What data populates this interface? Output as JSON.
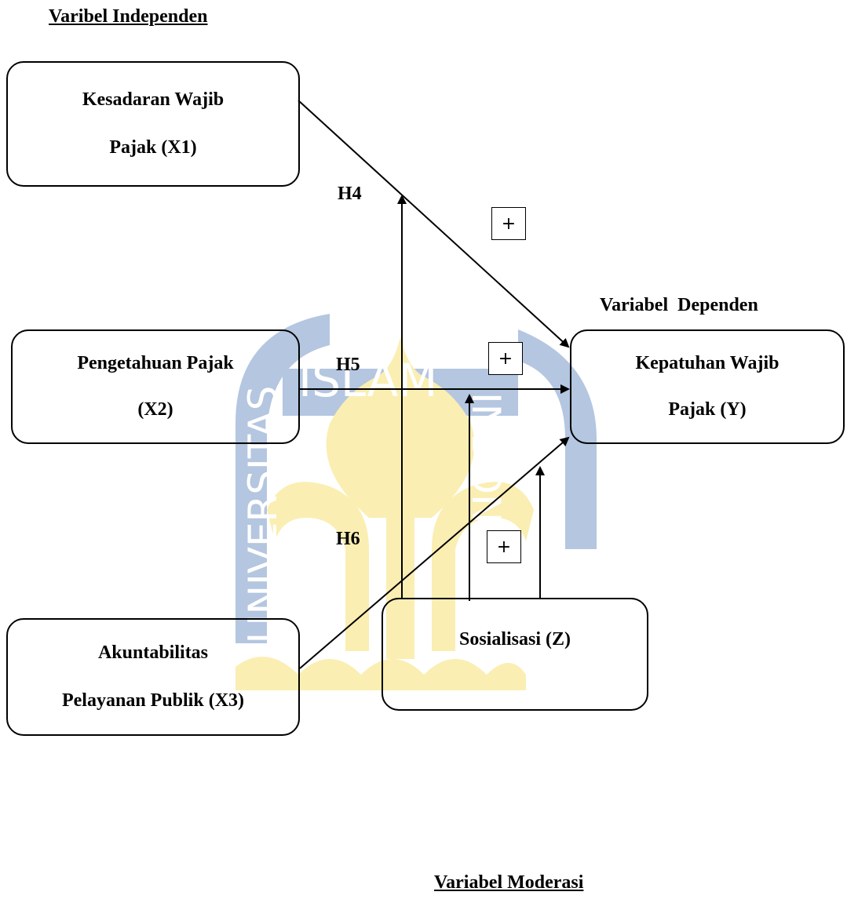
{
  "headings": {
    "independent": "Varibel Independen",
    "dependent": "Variabel  Dependen",
    "moderation": "Variabel Moderasi"
  },
  "boxes": {
    "x1": {
      "line1": "Kesadaran Wajib",
      "line2": "Pajak (X1)"
    },
    "x2": {
      "line1": "Pengetahuan Pajak",
      "line2": "(X2)"
    },
    "x3": {
      "line1": "Akuntabilitas",
      "line2": "Pelayanan Publik (X3)"
    },
    "y": {
      "line1": "Kepatuhan Wajib",
      "line2": "Pajak (Y)"
    },
    "z": {
      "line1": "Sosialisasi (Z)"
    }
  },
  "hypotheses": {
    "h4": "H4",
    "h5": "H5",
    "h6": "H6"
  },
  "signs": {
    "s1": "+",
    "s2": "+",
    "s3": "+"
  },
  "watermark": {
    "arc_left": "UNIVERSITAS",
    "arc_top": "ISLAM",
    "arc_right": "INDONESIA",
    "color_gold": "#f2d024",
    "color_blue": "#2c5fa8"
  }
}
